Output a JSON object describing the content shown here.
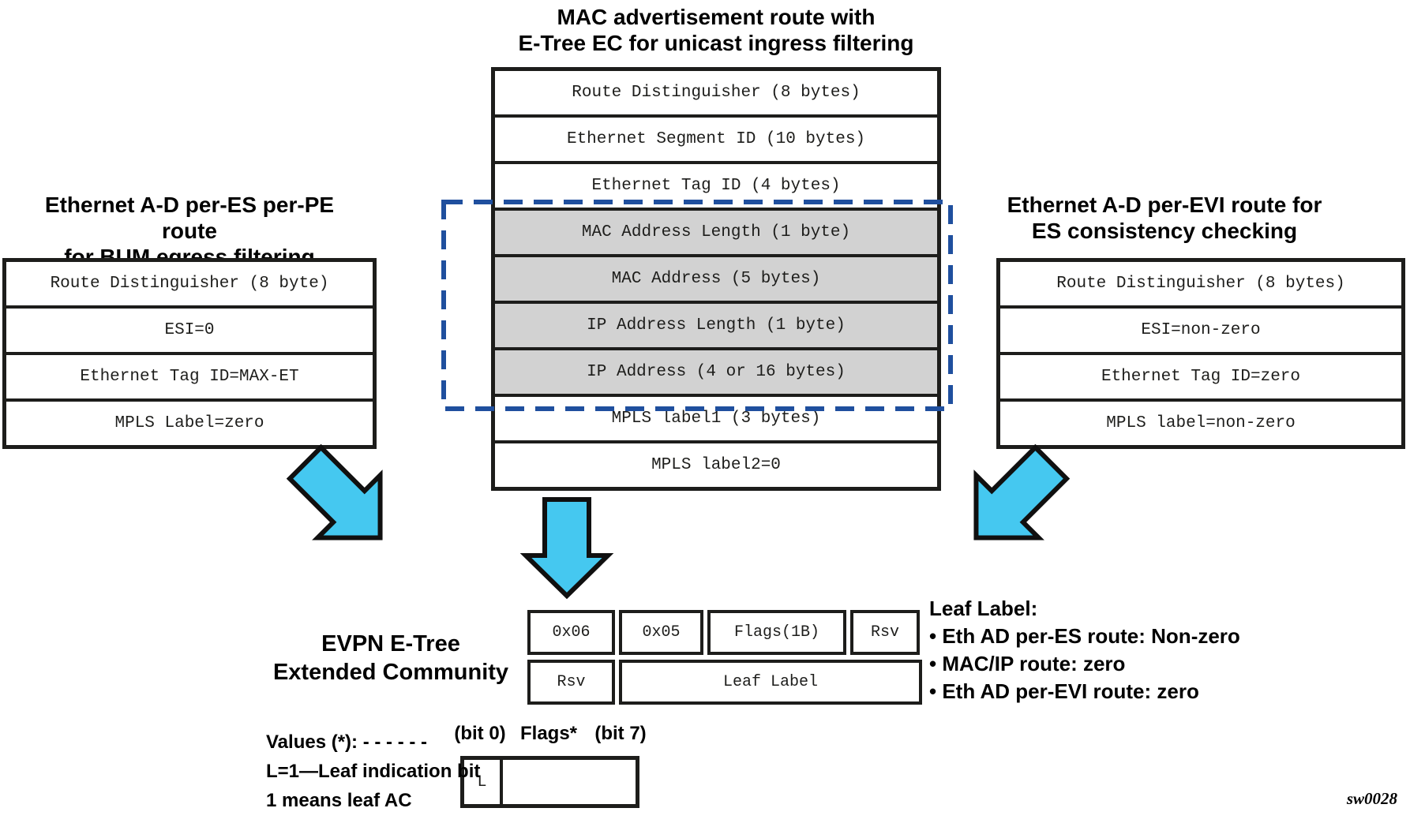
{
  "center_table": {
    "title_line1": "MAC advertisement route with",
    "title_line2": "E-Tree EC for unicast ingress filtering",
    "rows": [
      "Route Distinguisher (8 bytes)",
      "Ethernet Segment ID (10 bytes)",
      "Ethernet Tag ID (4 bytes)",
      "MAC Address Length (1 byte)",
      "MAC Address (5 bytes)",
      "IP Address Length (1 byte)",
      "IP Address (4 or 16 bytes)",
      "MPLS label1 (3 bytes)",
      "MPLS label2=0"
    ],
    "shaded_rows": [
      3,
      4,
      5,
      6
    ]
  },
  "left_table": {
    "title_line1": "Ethernet A-D per-ES per-PE route",
    "title_line2": "for BUM egress filtering",
    "rows": [
      "Route Distinguisher (8 byte)",
      "ESI=0",
      "Ethernet Tag ID=MAX-ET",
      "MPLS Label=zero"
    ]
  },
  "right_table": {
    "title_line1": "Ethernet A-D per-EVI route for",
    "title_line2": "ES consistency checking",
    "rows": [
      "Route Distinguisher (8 bytes)",
      "ESI=non-zero",
      "Ethernet Tag ID=zero",
      "MPLS label=non-zero"
    ]
  },
  "extended_community": {
    "label_line1": "EVPN E-Tree",
    "label_line2": "Extended Community",
    "row1_cells": [
      "0x06",
      "0x05",
      "Flags(1B)",
      "Rsv"
    ],
    "row2_cells": [
      "Rsv",
      "Leaf Label"
    ]
  },
  "leaf_label_notes": {
    "heading": "Leaf Label:",
    "bullet1": "• Eth AD per-ES route: Non-zero",
    "bullet2": "• MAC/IP route: zero",
    "bullet3": "• Eth AD per-EVI route: zero"
  },
  "flags_diagram": {
    "bit0_label": "(bit 0)",
    "flags_label": "Flags*",
    "bit7_label": "(bit 7)",
    "l_cell": "L"
  },
  "values_note": {
    "line1": "Values (*): - - - - - -",
    "line2": "L=1—Leaf indication bit",
    "line3": "1 means leaf AC"
  },
  "watermark": "sw0028",
  "colors": {
    "highlight_gray": "#d2d2d2",
    "dashed_blue": "#1f4f9e",
    "arrow_cyan": "#45c8f0",
    "line_black": "#1d1d1b"
  }
}
